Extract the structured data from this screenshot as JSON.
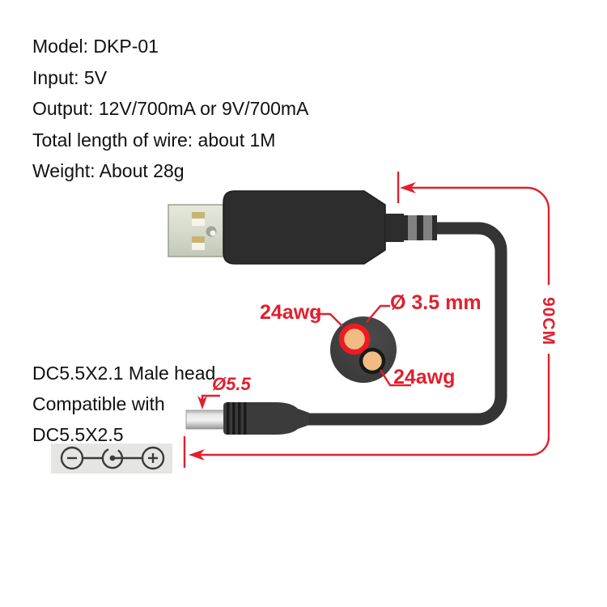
{
  "product_specs": {
    "model": "Model: DKP-01",
    "input": "Input: 5V",
    "output": "Output: 12V/700mA or 9V/700mA",
    "length": "Total length of wire: about 1M",
    "weight": "Weight: About 28g"
  },
  "plug_info": {
    "line1": "DC5.5X2.1 Male head",
    "line2": "Compatible with",
    "line3": "DC5.5X2.5"
  },
  "annotations": {
    "wire_gauge_top": "24awg",
    "wire_gauge_bottom": "24awg",
    "cable_outer_diameter": "Ø 3.5 mm",
    "plug_tip_diameter": "Ø5.5",
    "cable_length": "90CM"
  },
  "colors": {
    "annotation_red": "#e0202e",
    "wire_insulation_red": "#ee1b24",
    "wire_core_tan": "#f0bc82",
    "device_black": "#2d2d2d",
    "cable_gray": "#343434",
    "polarity_stroke": "#3a3a3a"
  },
  "icons": {
    "polarity": "center-positive-polarity-icon",
    "negative_sign": "minus",
    "positive_sign": "plus"
  }
}
